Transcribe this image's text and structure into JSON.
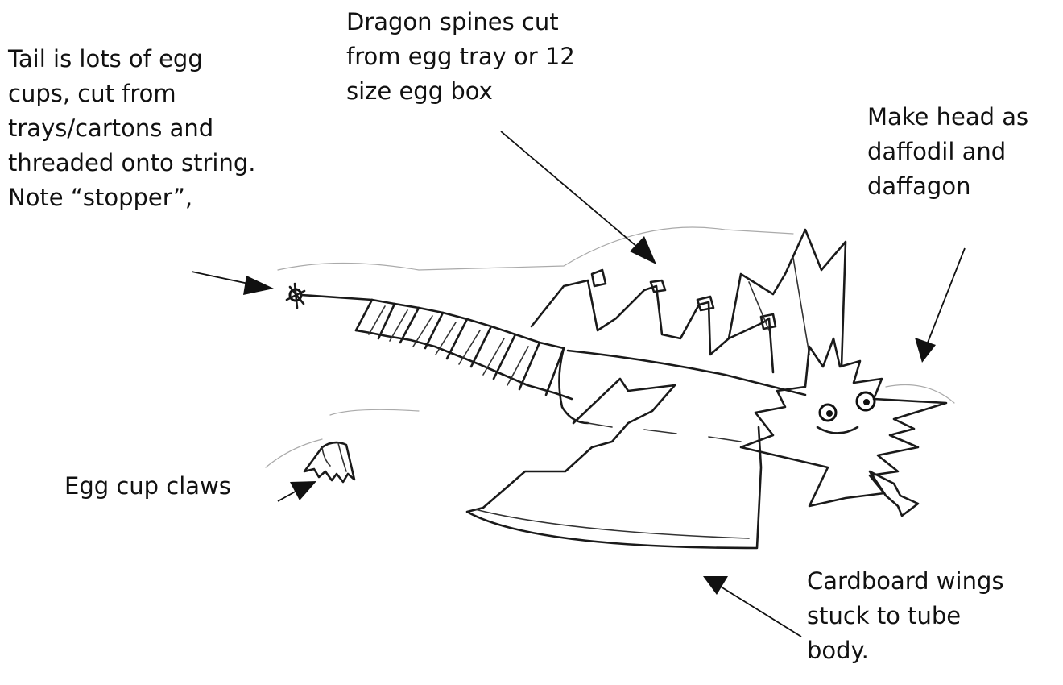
{
  "annotations": {
    "tail": [
      "Tail is lots of egg",
      "cups, cut from",
      "trays/cartons and",
      "threaded onto string.",
      "Note “stopper”,"
    ],
    "spines": [
      "Dragon spines cut",
      "from egg tray or 12",
      "size egg box"
    ],
    "head": [
      "Make head as",
      "daffodil and",
      "daffagon"
    ],
    "claws": [
      "Egg cup claws"
    ],
    "wings": [
      "Cardboard wings",
      "stuck to tube",
      "body."
    ]
  }
}
